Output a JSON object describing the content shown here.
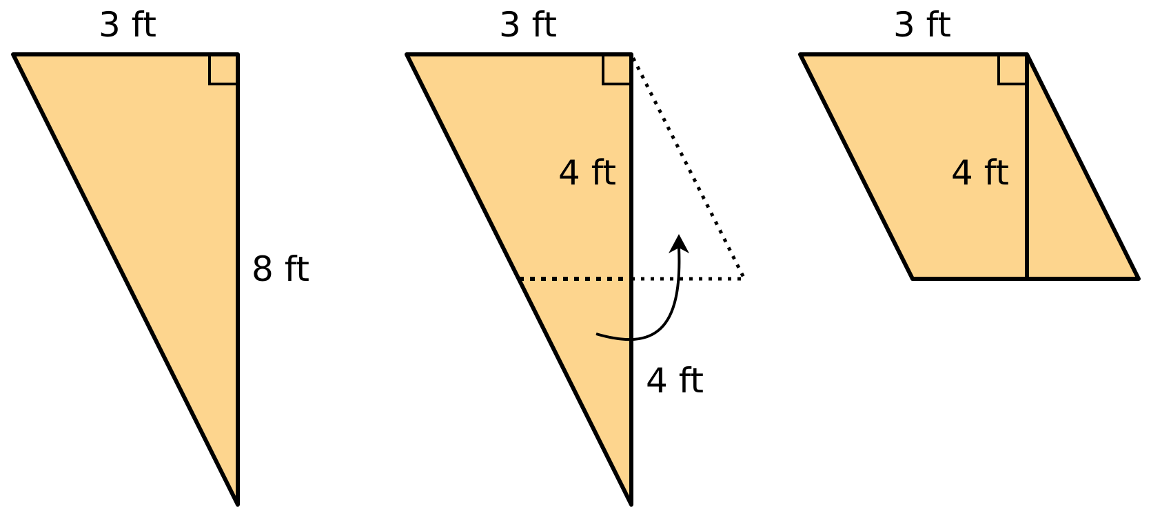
{
  "fill_color": "#FDD58E",
  "stroke_color": "#000000",
  "figures": [
    {
      "name": "right-triangle",
      "labels": {
        "base": "3 ft",
        "height": "8 ft"
      }
    },
    {
      "name": "triangle-cut-and-rotate",
      "labels": {
        "base": "3 ft",
        "upper_height": "4 ft",
        "lower_height": "4 ft"
      }
    },
    {
      "name": "parallelogram",
      "labels": {
        "base": "3 ft",
        "height": "4 ft"
      }
    }
  ]
}
